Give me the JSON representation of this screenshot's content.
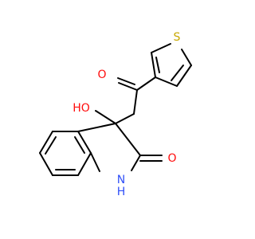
{
  "molecule": {
    "atom_labels": {
      "ketone_o": "O",
      "hydroxyl": "HO",
      "lactam_o": "O",
      "ring_n": "N",
      "ring_h": "H",
      "thiophene_s": "S"
    },
    "colors": {
      "bond": "#000000",
      "oxygen": "#ff0d0d",
      "nitrogen": "#3050f8",
      "sulfur": "#c8a800"
    }
  }
}
